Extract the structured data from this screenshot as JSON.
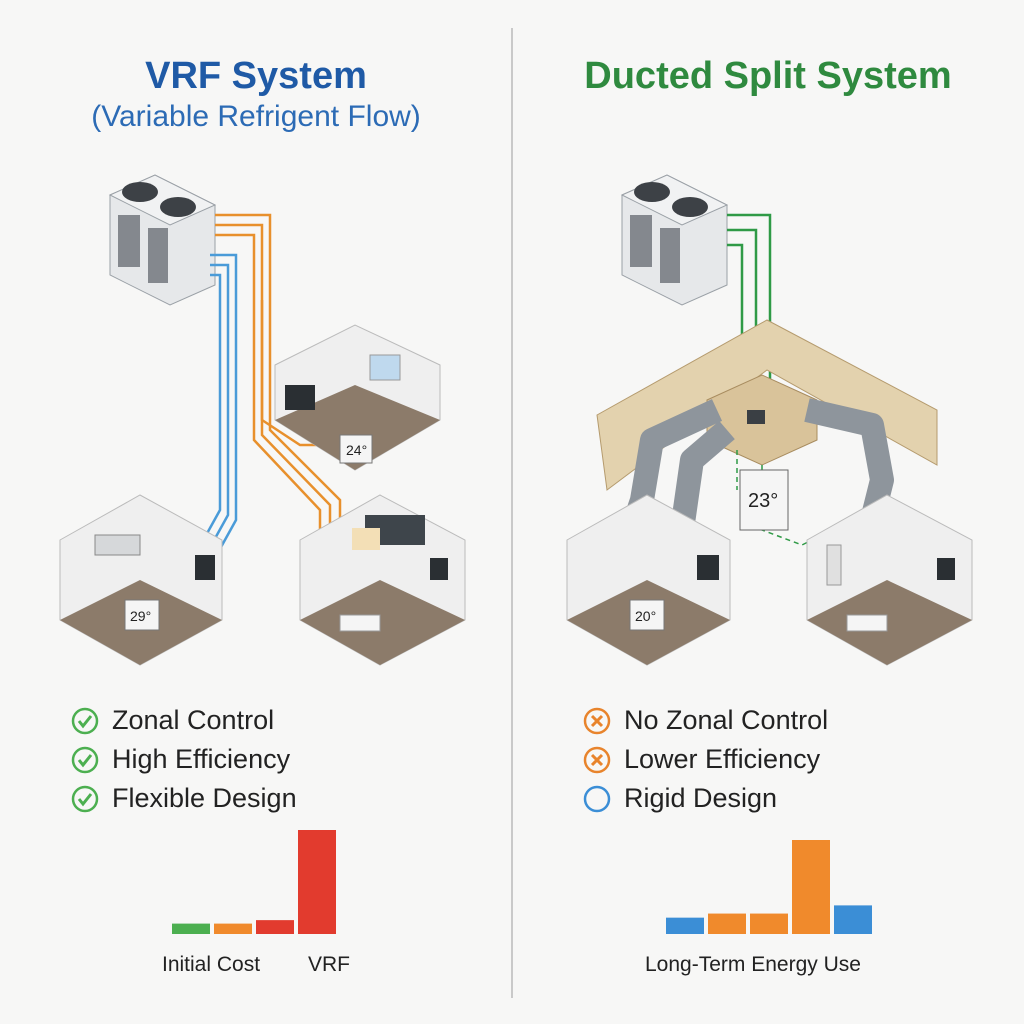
{
  "vrf": {
    "title": "VRF System",
    "subtitle": "(Variable Refrigent Flow)",
    "features": [
      {
        "label": "Zonal Control",
        "status": "check"
      },
      {
        "label": "High Efficiency",
        "status": "check"
      },
      {
        "label": "Flexible Design",
        "status": "check"
      }
    ],
    "thermostat_readings": [
      "24°",
      "29°"
    ],
    "pipe_colors": {
      "orange": "#e8902c",
      "blue": "#4a9bd8"
    }
  },
  "ducted": {
    "title": "Ducted Split System",
    "features": [
      {
        "label": "No Zonal Control",
        "status": "cross"
      },
      {
        "label": "Lower Efficiency",
        "status": "cross"
      },
      {
        "label": "Rigid Design",
        "status": "circle"
      }
    ],
    "thermostat_readings": [
      "23°",
      "20°"
    ],
    "pipe_colors": {
      "green": "#2f9a46"
    }
  },
  "colors": {
    "check": "#4caf50",
    "cross": "#e8842c",
    "circle": "#3b8ed6",
    "floor": "#8c7b6a",
    "duct": "#8e959c",
    "wood": "#e3d2ae"
  },
  "chart_data": [
    {
      "type": "bar",
      "labels": [
        "Initial Cost",
        "VRF"
      ],
      "values": [
        3,
        3,
        4,
        30
      ],
      "colors": [
        "#4caf50",
        "#f08a2c",
        "#e23b2e",
        "#e23b2e"
      ]
    },
    {
      "type": "bar",
      "labels": [
        "Long-Term Energy Use"
      ],
      "values": [
        4,
        5,
        5,
        23,
        7
      ],
      "colors": [
        "#3b8ed6",
        "#f08a2c",
        "#f08a2c",
        "#f08a2c",
        "#3b8ed6"
      ]
    }
  ]
}
